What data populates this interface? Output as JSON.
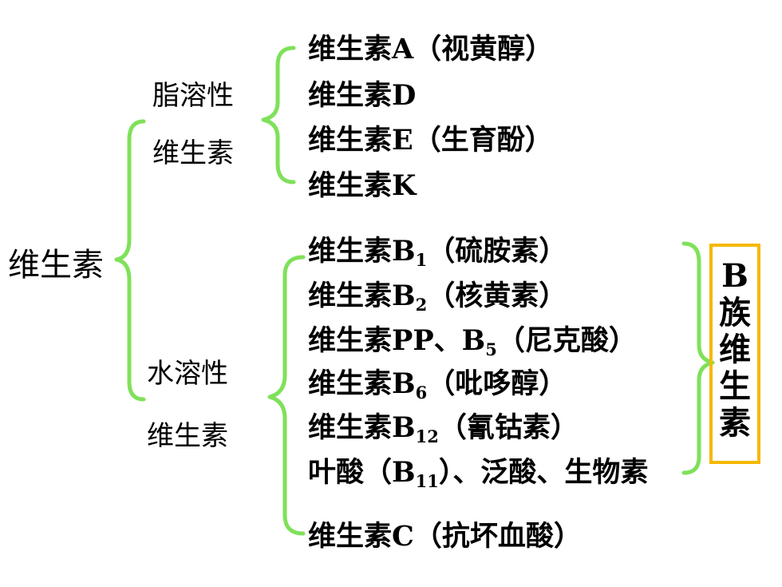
{
  "colors": {
    "brace": "#7fe15a",
    "box_border": "#f5b800"
  },
  "root": "维生素",
  "groups": [
    {
      "label_line1": "脂溶性",
      "label_line2": "维生素"
    },
    {
      "label_line1": "水溶性",
      "label_line2": "维生素"
    }
  ],
  "fat_soluble": [
    {
      "main": "维生素A",
      "sub": "",
      "rest": "（视黄醇）"
    },
    {
      "main": "维生素D",
      "sub": "",
      "rest": ""
    },
    {
      "main": "维生素E",
      "sub": "",
      "rest": "（生育酚）"
    },
    {
      "main": "维生素K",
      "sub": "",
      "rest": ""
    }
  ],
  "water_soluble": [
    {
      "main": "维生素B",
      "sub": "1",
      "rest": "（硫胺素）"
    },
    {
      "main": "维生素B",
      "sub": "2",
      "rest": "（核黄素）"
    },
    {
      "main": "维生素PP、B",
      "sub": "5",
      "rest": "（尼克酸）"
    },
    {
      "main": "维生素B",
      "sub": "6",
      "rest": "（吡哆醇）"
    },
    {
      "main": "维生素B",
      "sub": "12",
      "rest": "（氰钴素）"
    },
    {
      "main": "叶酸（B",
      "sub": "11",
      "rest": "）、泛酸、生物素"
    },
    {
      "main": "维生素C",
      "sub": "",
      "rest": "（抗坏血酸）"
    }
  ],
  "b_group_label": [
    "B",
    "族",
    "维",
    "生",
    "素"
  ]
}
